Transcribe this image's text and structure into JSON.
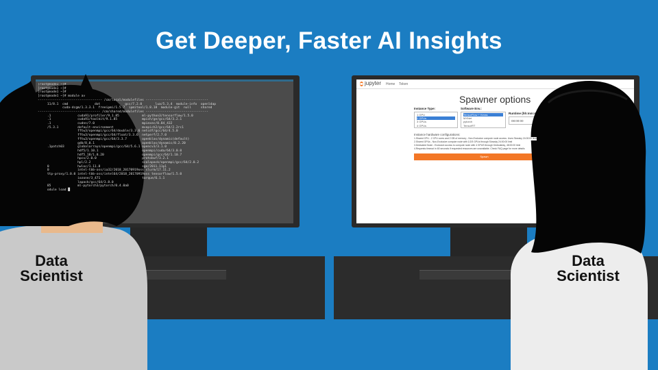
{
  "title": "Get Deeper, Faster AI Insights",
  "left_caption": "Data\nScientist",
  "right_caption": "Data\nScientist",
  "terminal": {
    "lines": [
      "[root@node1 ~]#",
      "[root@node1 ~]#",
      "[root@node1 ~]#",
      "[root@node1 ~]# module av",
      "---------------------------------- /cm/local/modulefiles ---------------------------------",
      "     11/8.1  cmd              dot             gcc/7.2.0       lua/5.3.4  module-info  openldap",
      "             cuda-dcgm/1.3.3.1  freeipmi/1.5.7  ipmitool/1.8.18  module-git  null     shared",
      "",
      "--------------------------------- /cm/shared/modulefiles ---------------------------------",
      "     .1              cuda91/profiler/9.1.85            ml-python3/tensorflow/1.5.0",
      "     .1              cuda91/toolkit/9.1.85             mpich/ge/gcc/64/3.2.1",
      "     .1              cudnn/7.0                         mpiexec/0.84_432",
      "     /5.3.1          default-environment               mvapich2/gcc/64/2.2rc1",
      "                     fftw3/openmpi/gcc/64/double/3.3.6 netcdf/gcc/64/4.5.0",
      "                     fftw3/openmpi/gcc/64/float/3.3.6  netperf/2.7.0",
      "                     fftw3/openmpi/gcc/64/3.3.7        openblas/dynamic(default)",
      "                     gdb/8.0.1                         openblas/dynamic/0.2.20",
      "     .1patch03       globalarrays/openmpi/gcc/64/5.6.1 opencv3/3.1.0",
      "                     hdf5/1.10.1                       openmpi/cuda/64/3.0.0",
      "                     hdf5_18/1.8.20                    openmpi/gcc/64/1.10.7",
      "                     hpcx/2.0.0                        protobuf/3.2.1",
      "                     hpl/2.2                           scalapack/openmpi/gcc/64/2.0.2",
      "     0               hwloc/1.11.8                      sge/2011.11p1",
      "     0               intel-tbb-oss/ia32/2018_20170919oss slurm/17.11.2",
      "     ttp-proxy/1.0.0 intel-tbb-oss/intel64/2018_20170919oss tensorflow/1.5.0",
      "                     iozone/3_471                      torque/6.1.1",
      "                     lapack/gcc/64/3.8.0",
      "     85              ml-pytorch3/pytorch/0.4.0a0",
      "     odule load █"
    ]
  },
  "jupyter": {
    "logo": "jupyter",
    "nav": [
      "Home",
      "Token"
    ],
    "heading": "Spawner options",
    "instance_label": "Instance Type:",
    "instance_options": [
      "1 GPU",
      "2 GPUs",
      "3 GPUs",
      "4 GPUs"
    ],
    "instance_selected": 1,
    "software_label": "Software Env.:",
    "software_options": [
      "TensorFlow + Keras",
      "MXNet",
      "pytorch",
      "TensorRT"
    ],
    "software_selected": 0,
    "runtime_label": "Runtime (hh:mm:ss)",
    "runtime_value": "08:00:00",
    "config_heading": "Instance hardware configurations:",
    "config_lines": [
      "1.Shared CPU - 2 CPU cores and 2 GB of memory - Non-Exclusive compute node access. Uses Slowsky 24:00:00 limit",
      "2.Shared GPUs - Non-Exclusive compute node with 1/2/3 GPUs through Slowsky 24:00:00 limit",
      "3.Dedicated Node - Exclusive access to compute node with 4 GPUS through Dedicatedq, 48:00:00 limit",
      "4.Requests timeout in 60 seconds if requested resources are unavailable. Check FAQ page for more details"
    ],
    "spawn_label": "Spawn",
    "accent": "#f37726"
  },
  "colors": {
    "background": "#1b7dc2"
  }
}
